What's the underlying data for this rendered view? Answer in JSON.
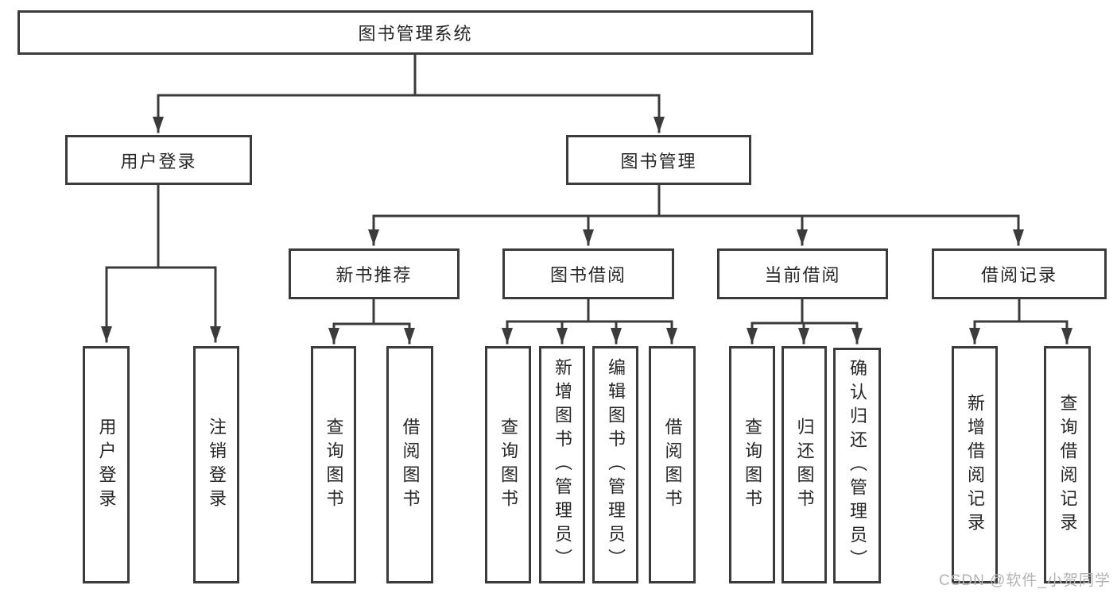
{
  "tree": {
    "root": "图书管理系统",
    "branches": [
      {
        "label": "用户登录",
        "children": [
          "用户登录",
          "注销登录"
        ]
      },
      {
        "label": "图书管理",
        "children": [
          {
            "label": "新书推荐",
            "children": [
              "查询图书",
              "借阅图书"
            ]
          },
          {
            "label": "图书借阅",
            "children": [
              "查询图书",
              "新增图书（管理员）",
              "编辑图书（管理员）",
              "借阅图书"
            ]
          },
          {
            "label": "当前借阅",
            "children": [
              "查询图书",
              "归还图书",
              "确认归还（管理员）"
            ]
          },
          {
            "label": "借阅记录",
            "children": [
              "新增借阅记录",
              "查询借阅记录"
            ]
          }
        ]
      }
    ]
  },
  "watermark": "CSDN @软件_小贺同学",
  "colors": {
    "line": "#3b3b3b",
    "text": "#262626",
    "background": "#ffffff",
    "watermark": "#b3b3b3"
  }
}
